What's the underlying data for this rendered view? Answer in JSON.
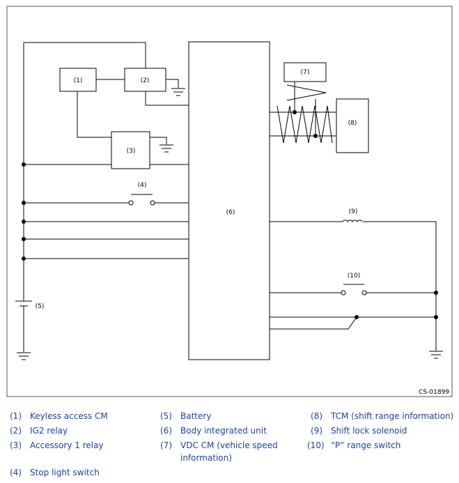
{
  "diagram": {
    "figure_code": "CS-01899",
    "labels": {
      "c1": "(1)",
      "c2": "(2)",
      "c3": "(3)",
      "c4": "(4)",
      "c5": "(5)",
      "c6": "(6)",
      "c7": "(7)",
      "c8": "(8)",
      "c9": "(9)",
      "c10": "(10)"
    }
  },
  "legend": [
    {
      "num": "(1)",
      "text": "Keyless access CM"
    },
    {
      "num": "(2)",
      "text": "IG2 relay"
    },
    {
      "num": "(3)",
      "text": "Accessory 1 relay"
    },
    {
      "num": "(4)",
      "text": "Stop light switch"
    },
    {
      "num": "(5)",
      "text": "Battery"
    },
    {
      "num": "(6)",
      "text": "Body integrated unit"
    },
    {
      "num": "(7)",
      "text": "VDC CM (vehicle speed information)"
    },
    {
      "num": "(8)",
      "text": "TCM (shift range information)"
    },
    {
      "num": "(9)",
      "text": "Shift lock solenoid"
    },
    {
      "num": "(10)",
      "text": "“P” range switch"
    }
  ],
  "colors": {
    "legend_text": "#1d3fa0",
    "line": "#000000",
    "frame": "#555555"
  }
}
